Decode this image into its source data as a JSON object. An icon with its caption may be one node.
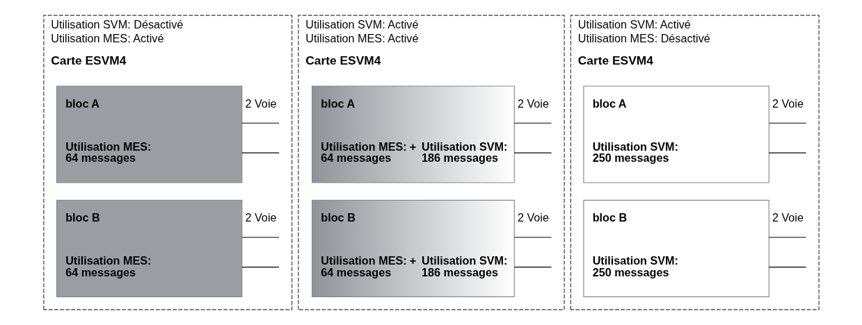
{
  "diagram": {
    "nodes": [
      {
        "text": [
          "Utilisation SVM: Désactivé",
          "Utilisation MES: Activé",
          "Carte ESVM4"
        ]
      },
      {
        "text": [
          "bloc A",
          "Utilisation MES: 64 messages"
        ],
        "beside": [
          "2 Voie"
        ],
        "in": 0
      },
      {
        "text": [
          "bloc B",
          "Utilisation MES: 64 messages"
        ],
        "beside": [
          "2 Voie"
        ],
        "in": 0
      },
      {
        "text": [
          "Utilisation SVM: Activé",
          "Utilisation MES: Activé",
          "Carte ESVM4"
        ]
      },
      {
        "text": [
          "bloc A",
          "Utilisation MES: 64 messages",
          "+",
          "Utilisation SVM: 186 messages"
        ],
        "beside": [
          "2 Voie"
        ],
        "in": 3
      },
      {
        "text": [
          "bloc B",
          "Utilisation MES: 64 messages",
          "+",
          "Utilisation SVM: 186 messages"
        ],
        "beside": [
          "2 Voie"
        ],
        "in": 3
      },
      {
        "text": [
          "Utilisation SVM: Activé",
          "Utilisation MES: Désactivé",
          "Carte ESVM4"
        ]
      },
      {
        "text": [
          "bloc A",
          "Utilisation SVM: 250 messages"
        ],
        "beside": [
          "2 Voie"
        ],
        "in": 6
      },
      {
        "text": [
          "bloc B",
          "Utilisation SVM: 250 messages"
        ],
        "beside": [
          "2 Voie"
        ],
        "in": 6
      }
    ]
  }
}
